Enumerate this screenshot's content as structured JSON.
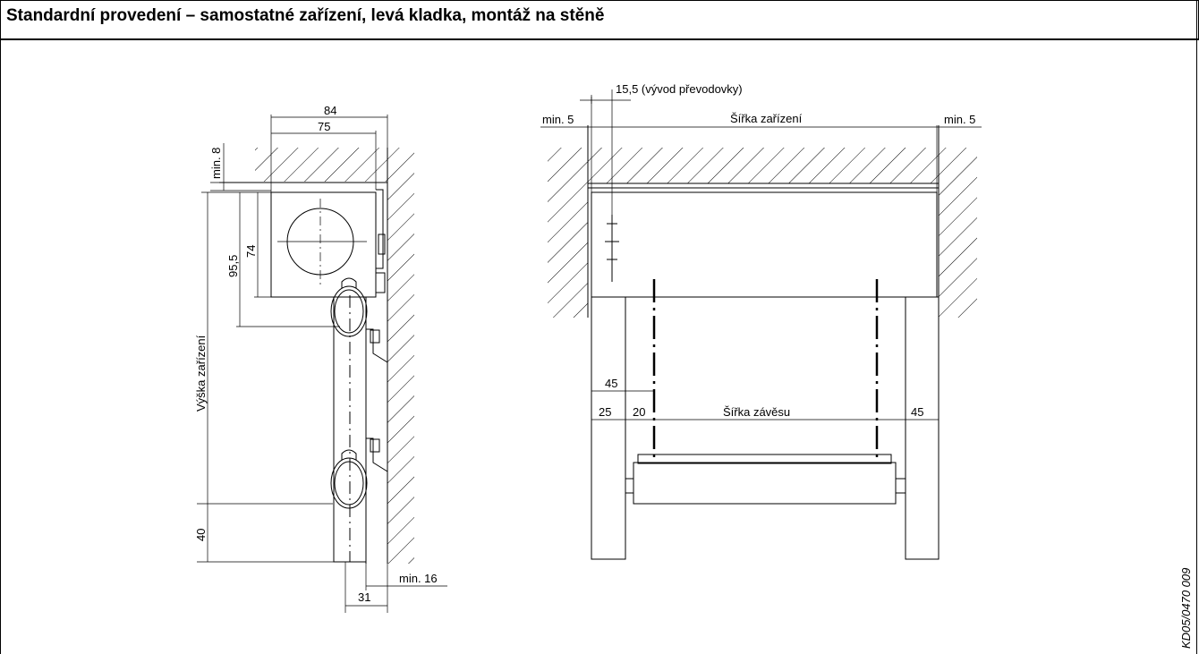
{
  "title": "Standardní provedení – samostatné zařízení, levá kladka, montáž na stěně",
  "side_view": {
    "dim_84": "84",
    "dim_75": "75",
    "dim_min8": "min. 8",
    "dim_95_5": "95,5",
    "dim_74": "74",
    "label_height": "Výška zařízení",
    "dim_40": "40",
    "dim_31": "31",
    "dim_min16": "min. 16"
  },
  "front_view": {
    "dim_15_5": "15,5  (vývod převodovky)",
    "dim_min5_left": "min. 5",
    "label_width": "Šířka zařízení",
    "dim_min5_right": "min. 5",
    "dim_45_top": "45",
    "dim_25": "25",
    "dim_20": "20",
    "label_curtain": "Šířka závěsu",
    "dim_45_right": "45"
  },
  "drawing_code": "KD05/0470 009"
}
